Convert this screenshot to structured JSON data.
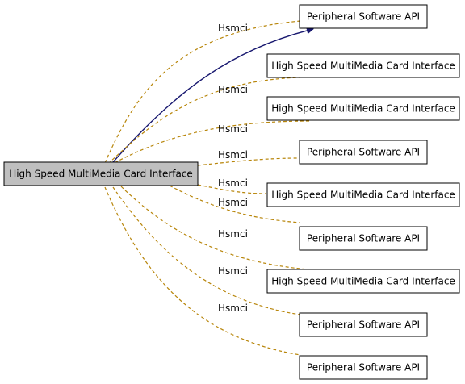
{
  "colors": {
    "focus_fill": "#bfbfbf",
    "node_fill": "#ffffff",
    "node_stroke": "#000000",
    "dashed_edge": "#b8860b",
    "solid_edge": "#191970"
  },
  "diagram": {
    "focus_node": {
      "label": "High Speed MultiMedia Card Interface"
    },
    "nodes": [
      {
        "label": "Peripheral Software API"
      },
      {
        "label": "High Speed MultiMedia Card Interface"
      },
      {
        "label": "High Speed MultiMedia Card Interface"
      },
      {
        "label": "Peripheral Software API"
      },
      {
        "label": "High Speed MultiMedia Card Interface"
      },
      {
        "label": "Peripheral Software API"
      },
      {
        "label": "High Speed MultiMedia Card Interface"
      },
      {
        "label": "Peripheral Software API"
      },
      {
        "label": "Peripheral Software API"
      }
    ],
    "edge_labels": [
      "Hsmci",
      "Hsmci",
      "Hsmci",
      "Hsmci",
      "Hsmci",
      "Hsmci",
      "Hsmci",
      "Hsmci",
      "Hsmci"
    ]
  }
}
